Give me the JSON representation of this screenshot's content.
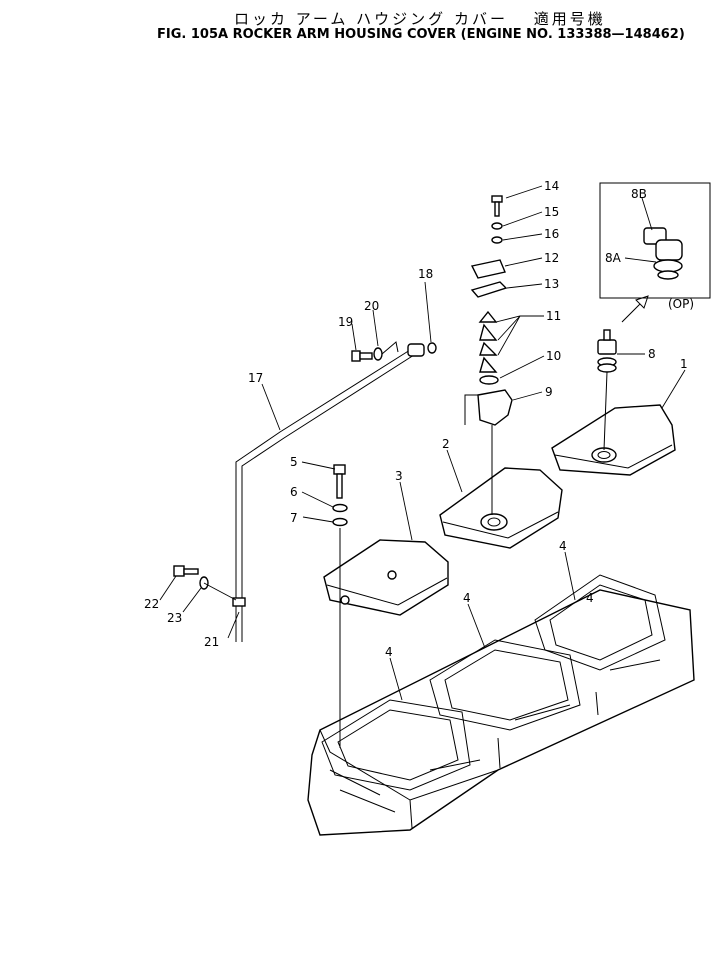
{
  "header": {
    "title_jp": "ロッカ アーム ハウジング カバー　 適用号機",
    "title_en": "FIG. 105A  ROCKER ARM HOUSING COVER (ENGINE NO. 133388—148462)"
  },
  "inset": {
    "note": "(OP)"
  },
  "callouts": [
    "1",
    "2",
    "3",
    "4",
    "4",
    "4",
    "4",
    "5",
    "6",
    "7",
    "8",
    "8A",
    "8B",
    "9",
    "10",
    "11",
    "12",
    "13",
    "14",
    "15",
    "16",
    "17",
    "18",
    "19",
    "20",
    "21",
    "22",
    "23"
  ]
}
